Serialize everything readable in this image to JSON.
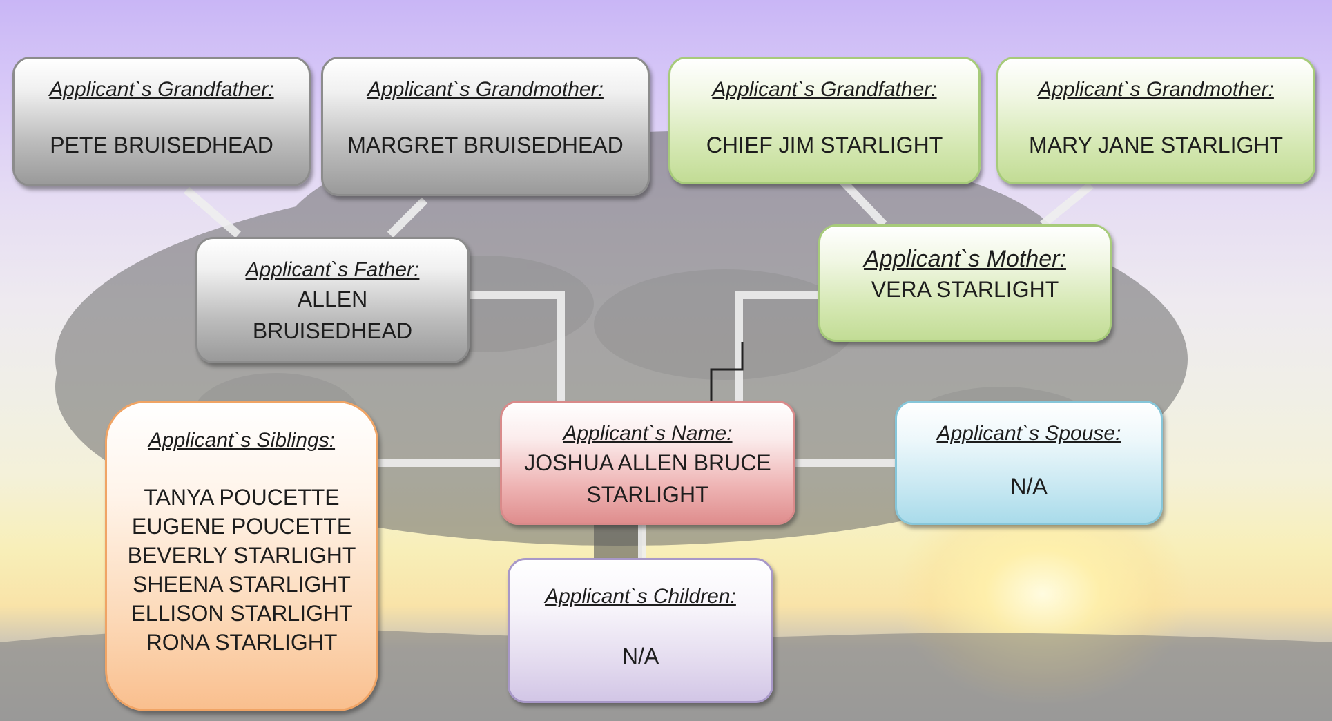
{
  "colors": {
    "grey_box": "#9a9a9a",
    "green_box": "#c2dc95",
    "pink_box": "#df8e8e",
    "blue_box": "#a9dbea",
    "purple_box": "#d2c6e6",
    "orange_box": "#f9bf8e",
    "connector": "#eeeeee",
    "sky_top": "#c9b6f6",
    "sunset": "#f9e3a8"
  },
  "paternal_grandfather": {
    "label": "Applicant`s Grandfather:",
    "name": "PETE BRUISEDHEAD"
  },
  "paternal_grandmother": {
    "label": "Applicant`s Grandmother:",
    "name": "MARGRET BRUISEDHEAD"
  },
  "maternal_grandfather": {
    "label": "Applicant`s Grandfather:",
    "name": "CHIEF JIM STARLIGHT"
  },
  "maternal_grandmother": {
    "label": "Applicant`s Grandmother:",
    "name": "MARY JANE STARLIGHT"
  },
  "father": {
    "label": "Applicant`s Father:",
    "name_line1": "ALLEN",
    "name_line2": "BRUISEDHEAD"
  },
  "mother": {
    "label": "Applicant`s Mother:",
    "name": "VERA STARLIGHT"
  },
  "applicant": {
    "label": "Applicant`s Name:",
    "name_line1": "JOSHUA ALLEN BRUCE",
    "name_line2": "STARLIGHT"
  },
  "spouse": {
    "label": "Applicant`s Spouse:",
    "name": "N/A"
  },
  "children": {
    "label": "Applicant`s Children:",
    "name": "N/A"
  },
  "siblings": {
    "label": "Applicant`s Siblings:",
    "names": [
      "TANYA POUCETTE",
      "EUGENE POUCETTE",
      "BEVERLY STARLIGHT",
      "SHEENA STARLIGHT",
      "ELLISON STARLIGHT",
      "RONA STARLIGHT"
    ]
  }
}
